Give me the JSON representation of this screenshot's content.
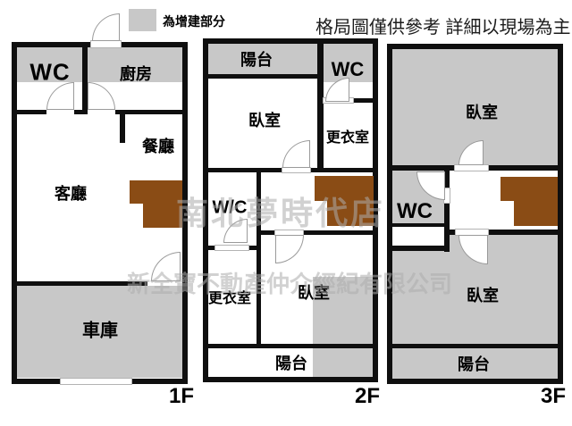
{
  "header": {
    "legend_label": "為增建部分",
    "disclaimer": "格局圖僅供參考 詳細以現場為主"
  },
  "watermark": {
    "line1": "南北夢時代店",
    "line2": "新全寶不動產仲介經紀有限公司"
  },
  "colors": {
    "addition_fill": "#c8c8c8",
    "stairs_fill": "#8a4c15",
    "wall": "#0f0f0f"
  },
  "floors": {
    "f1": {
      "label": "1F",
      "rooms": {
        "wc": "WC",
        "kitchen": "廚房",
        "dining": "餐廳",
        "living": "客廳",
        "garage": "車庫"
      }
    },
    "f2": {
      "label": "2F",
      "rooms": {
        "balcony_front": "陽台",
        "wc_top": "WC",
        "bedroom_front": "臥室",
        "closet_front": "更衣室",
        "wc_mid": "W/C",
        "closet_rear": "更衣室",
        "bedroom_rear": "臥室",
        "balcony_rear": "陽台"
      }
    },
    "f3": {
      "label": "3F",
      "rooms": {
        "bedroom_front": "臥室",
        "wc": "WC",
        "bedroom_rear": "臥室",
        "balcony": "陽台"
      }
    }
  }
}
